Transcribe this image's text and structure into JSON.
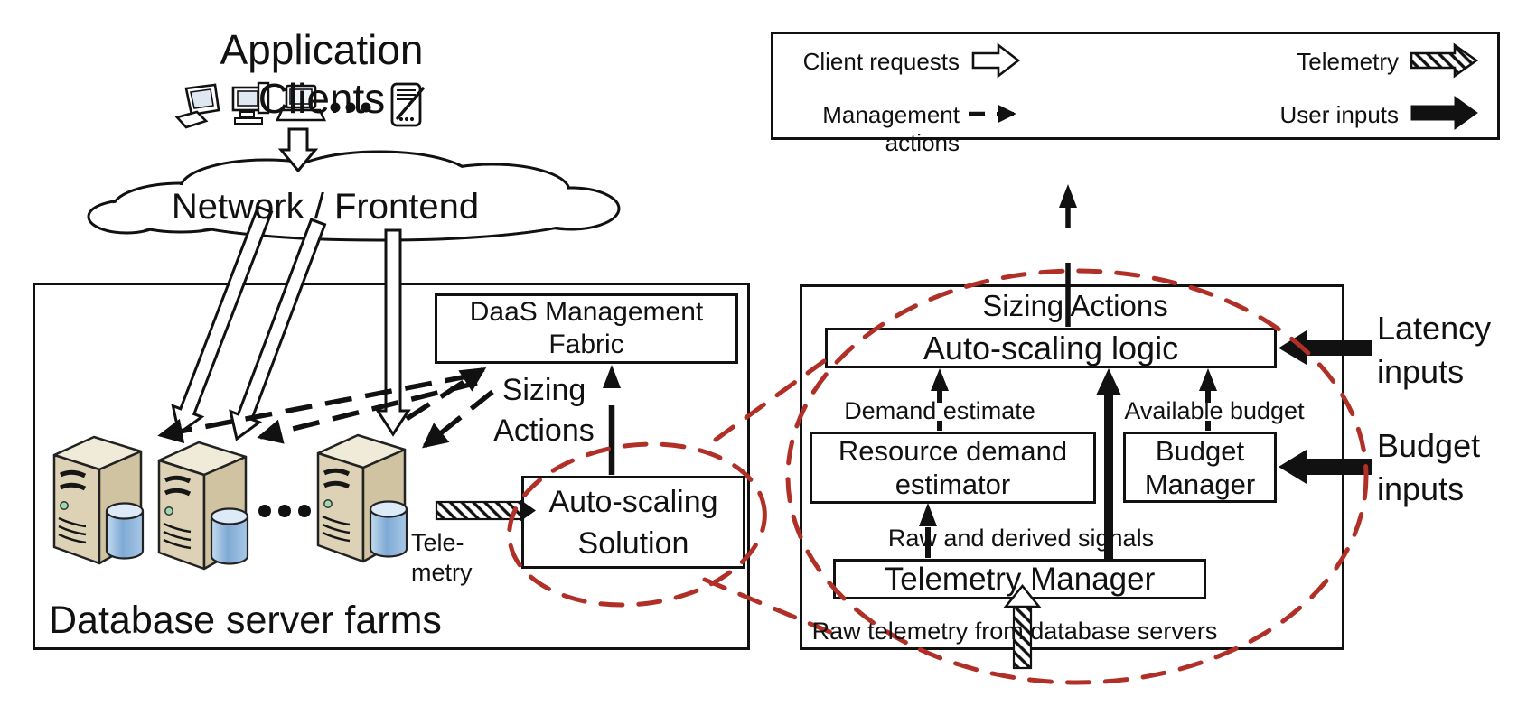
{
  "colors": {
    "ink": "#111111",
    "zoom_red": "#b03028",
    "server_front": "#ddd2b6",
    "server_top": "#f0ead8",
    "server_side": "#cfc3a2",
    "database_blue": "#7fa9d4",
    "led_green": "#9fd8ae"
  },
  "header": {
    "title": "Application Clients",
    "cloud_label": "Network / Frontend"
  },
  "legend": {
    "client_requests": "Client requests",
    "management_actions": "Management actions",
    "telemetry": "Telemetry",
    "user_inputs": "User inputs"
  },
  "left_panel": {
    "farm_title": "Database server farms",
    "daas_fabric": "DaaS Management\nFabric",
    "sizing_actions": "Sizing\nActions",
    "telemetry_label": "Tele-\nmetry",
    "autoscaling_solution": "Auto-scaling\nSolution"
  },
  "right_panel": {
    "sizing_actions": "Sizing Actions",
    "autoscaling_logic": "Auto-scaling logic",
    "demand_estimate": "Demand estimate",
    "available_budget": "Available budget",
    "resource_demand_estimator": "Resource demand\nestimator",
    "budget_manager": "Budget\nManager",
    "raw_and_derived": "Raw and derived signals",
    "telemetry_manager": "Telemetry Manager",
    "raw_telemetry": "Raw telemetry from database servers",
    "latency_inputs": "Latency\ninputs",
    "budget_inputs": "Budget\ninputs"
  },
  "icons": {
    "crt": "crt-computer-icon",
    "desktop": "desktop-computer-icon",
    "laptop": "laptop-icon",
    "tablet": "tablet-icon",
    "server": "server-icon",
    "database": "database-cylinder-icon",
    "cloud": "cloud-shape"
  }
}
